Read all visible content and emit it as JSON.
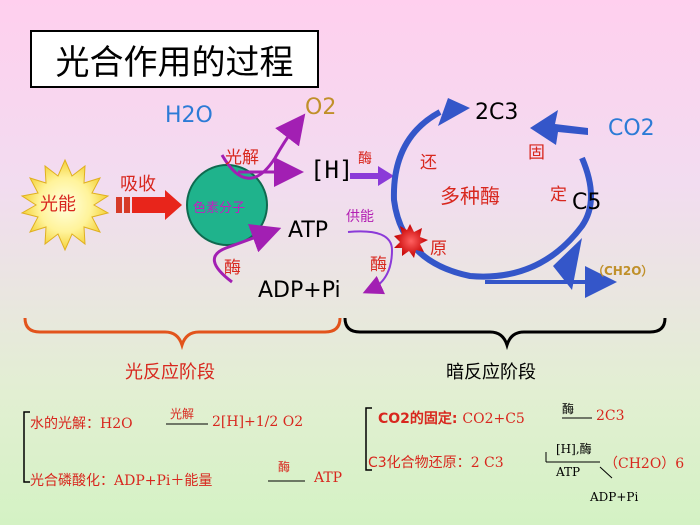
{
  "title": "光合作用的过程",
  "diagram": {
    "light_energy": "光能",
    "absorb": "吸收",
    "pigment": "色素分子",
    "h2o": "H2O",
    "o2": "O2",
    "photolysis": "光解",
    "h": "[H]",
    "enzyme1": "酶",
    "atp": "ATP",
    "enzyme2": "酶",
    "adp_pi": "ADP+Pi",
    "supply_energy": "供能",
    "enzyme3": "酶",
    "c3": "2C3",
    "co2": "CO2",
    "fix1": "固",
    "fix2": "定",
    "c5": "C5",
    "reduce1": "还",
    "reduce2": "原",
    "multi_enzyme": "多种酶",
    "ch2o": "（CH2O）"
  },
  "stages": {
    "light": "光反应阶段",
    "dark": "暗反应阶段"
  },
  "equations": {
    "water_label": "水的光解：",
    "water_lhs": "H2O",
    "water_cond": "光解",
    "water_rhs": "2[H]+1/2 O2",
    "phos_label": "光合磷酸化：",
    "phos_lhs": "ADP+Pi＋能量",
    "phos_cond": "酶",
    "phos_rhs": "ATP",
    "co2_label": "CO2的固定: ",
    "co2_lhs": "CO2+C5",
    "co2_cond": "酶",
    "co2_rhs": "2C3",
    "c3_label": "C3化合物还原：",
    "c3_lhs": "2 C3",
    "c3_cond_top": "[H],酶",
    "c3_cond_bottom": "ATP",
    "c3_rhs": "（CH2O）6",
    "c3_byproduct": "ADP+Pi"
  }
}
